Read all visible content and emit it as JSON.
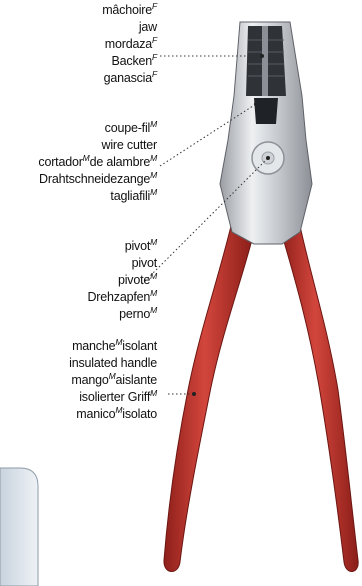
{
  "labels": {
    "jaw": [
      {
        "term": "mâchoire",
        "gender": "F"
      },
      {
        "term": "jaw",
        "gender": ""
      },
      {
        "term": "mordaza",
        "gender": "F"
      },
      {
        "term": "Backen",
        "gender": "F"
      },
      {
        "term": "ganascia",
        "gender": "F"
      }
    ],
    "cutter": [
      {
        "term": "coupe-fil",
        "gender": "M"
      },
      {
        "term": "wire cutter",
        "gender": ""
      },
      {
        "line": [
          "cortador",
          "M",
          "de alambre",
          "M"
        ]
      },
      {
        "term": "Drahtschneidezange",
        "gender": "M"
      },
      {
        "term": "tagliafili",
        "gender": "M"
      }
    ],
    "pivot": [
      {
        "term": "pivot",
        "gender": "M"
      },
      {
        "term": "pivot",
        "gender": ""
      },
      {
        "term": "pivote",
        "gender": "M"
      },
      {
        "term": "Drehzapfen",
        "gender": "M"
      },
      {
        "term": "perno",
        "gender": "M"
      }
    ],
    "handle": [
      {
        "line": [
          "manche",
          "M",
          "isolant",
          ""
        ]
      },
      {
        "term": "insulated handle",
        "gender": ""
      },
      {
        "line": [
          "mango",
          "M",
          "aislante",
          ""
        ]
      },
      {
        "term": "isolierter Griff",
        "gender": "M"
      },
      {
        "line": [
          "manico",
          "M",
          "isolato",
          ""
        ]
      }
    ]
  },
  "colors": {
    "handle_red": "#b8322b",
    "metal": "#c9ccd0",
    "metal_dark": "#3a3d42"
  }
}
